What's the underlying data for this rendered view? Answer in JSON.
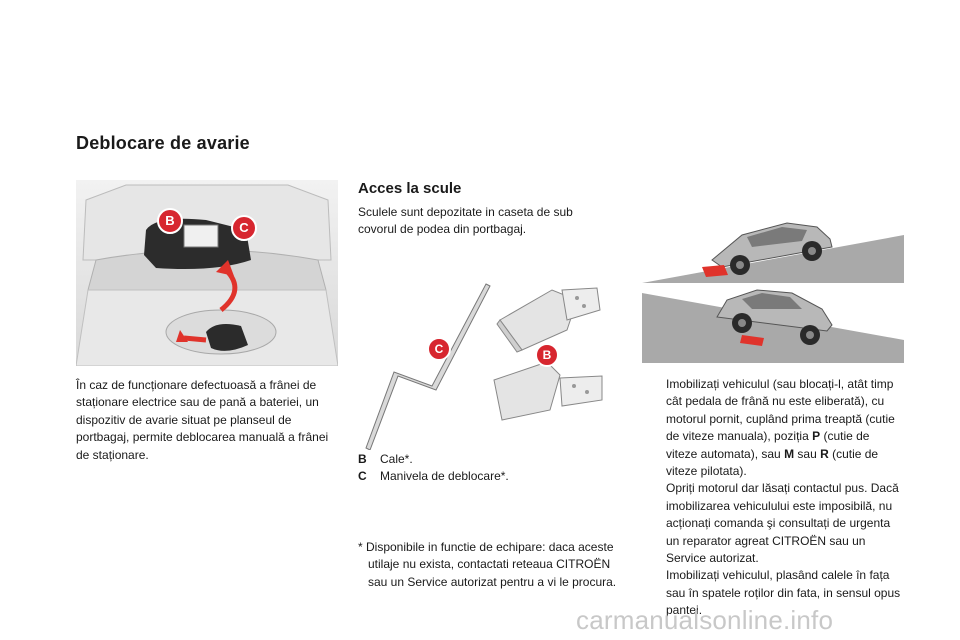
{
  "page_title": "Deblocare de avarie",
  "intro": "În caz de funcționare defectuoasă a frânei de staționare electrice sau de pană a bateriei, un dispozitiv de avarie situat pe planseul de portbagaj, permite deblocarea manuală a frânei de staționare.",
  "photo_callouts": {
    "b": "B",
    "c": "C"
  },
  "section": {
    "title": "Acces la scule",
    "text": "Sculele sunt depozitate in caseta de sub covorul de podea din portbagaj."
  },
  "tools_callouts": {
    "c": "C",
    "b": "B"
  },
  "legend": [
    {
      "key": "B",
      "text": "Cale*."
    },
    {
      "key": "C",
      "text": "Manivela de deblocare*."
    }
  ],
  "footnote": "* Disponibile in functie de echipare: daca aceste utilaje nu exista, contactati reteaua CITROËN sau un Service autorizat pentru a vi le procura.",
  "steps": [
    {
      "bullet": "",
      "parts": [
        "Imobilizați vehiculul (sau blocați-l, atât timp cât pedala de frână nu este eliberată), cu motorul pornit, cuplând prima treaptă (cutie de viteze manuala), poziția ",
        "P",
        " (cutie de viteze automata), sau ",
        "M",
        " sau ",
        "R",
        " (cutie de viteze pilotata)."
      ]
    },
    {
      "bullet": "",
      "parts": [
        "Opriți motorul dar lăsați contactul pus. Dacă imobilizarea vehiculului este imposibilă, nu acționați comanda şi consultați de urgenta un reparator agreat CITROËN sau un Service autorizat."
      ]
    },
    {
      "bullet": "",
      "parts": [
        "Imobilizați vehiculul, plasând calele în fața sau în spatele roților din fata, in sensul opus pantei."
      ]
    }
  ],
  "watermark": "carmanualsonline.info",
  "colors": {
    "callout_red": "#d7262f",
    "slope_gray": "#a9a9a9",
    "arrow_red": "#e0332b"
  }
}
